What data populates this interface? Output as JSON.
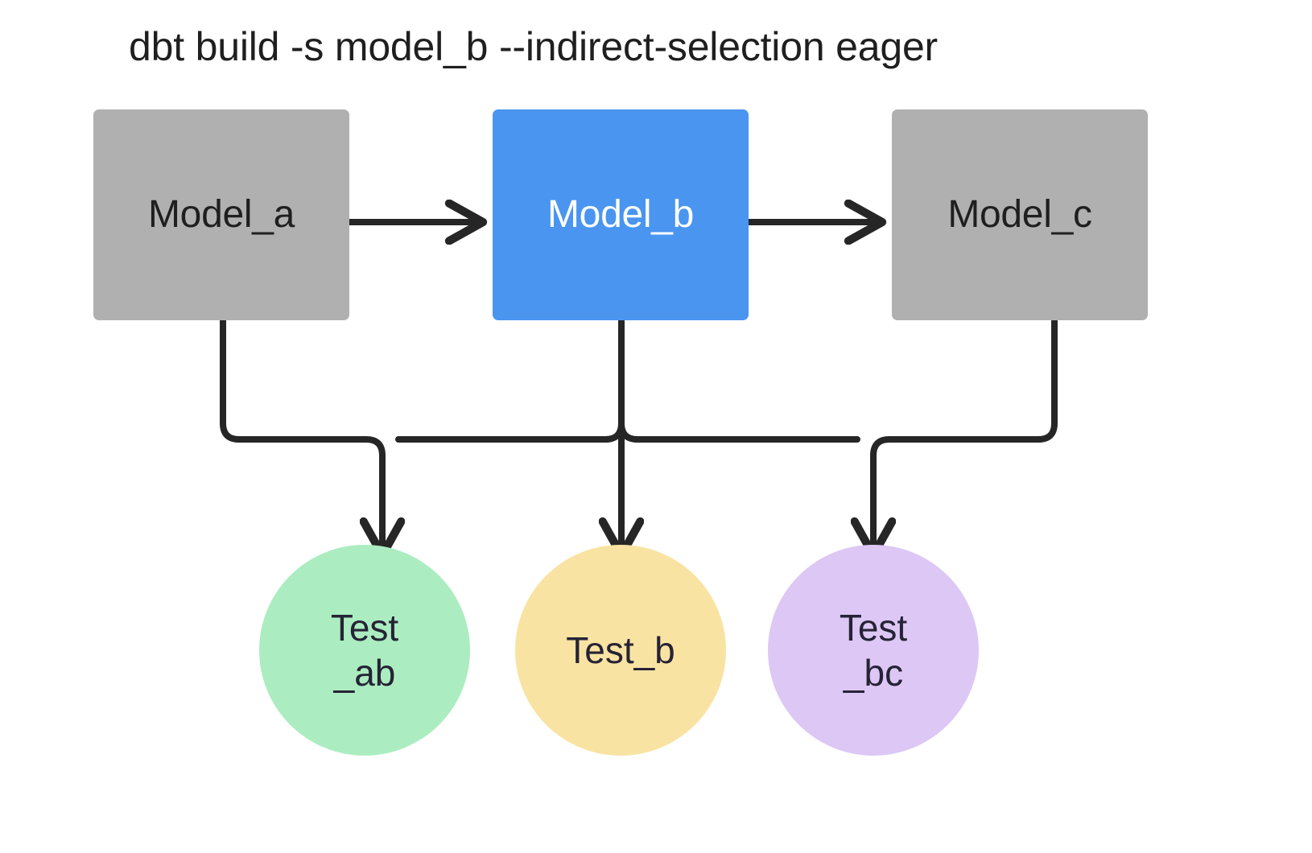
{
  "title": "dbt build -s model_b --indirect-selection eager",
  "colors": {
    "background": "#ffffff",
    "model_unselected": "#b0b0b0",
    "model_selected": "#4a95f0",
    "model_unselected_text": "#1f1f1f",
    "model_selected_text": "#ffffff",
    "test_ab": "#abedc0",
    "test_b": "#f9e3a2",
    "test_bc": "#dcc7f5",
    "edge": "#262626",
    "test_text": "#262335"
  },
  "models": [
    {
      "id": "model_a",
      "label": "Model_a",
      "selected": false
    },
    {
      "id": "model_b",
      "label": "Model_b",
      "selected": true
    },
    {
      "id": "model_c",
      "label": "Model_c",
      "selected": false
    }
  ],
  "tests": [
    {
      "id": "test_ab",
      "line1": "Test",
      "line2": "_ab"
    },
    {
      "id": "test_b",
      "line1": "Test_b",
      "line2": ""
    },
    {
      "id": "test_bc",
      "line1": "Test",
      "line2": "_bc"
    }
  ],
  "edges": [
    {
      "id": "model_a-to-model_b",
      "from": "model_a",
      "to": "model_b",
      "arrow": true
    },
    {
      "id": "model_b-to-model_c",
      "from": "model_b",
      "to": "model_c",
      "arrow": true
    },
    {
      "id": "model_a-to-test_ab",
      "from": "model_a",
      "to": "test_ab",
      "arrow": true
    },
    {
      "id": "model_b-to-test_ab",
      "from": "model_b",
      "to": "test_ab",
      "arrow": true
    },
    {
      "id": "model_b-to-test_b",
      "from": "model_b",
      "to": "test_b",
      "arrow": true
    },
    {
      "id": "model_b-to-test_bc",
      "from": "model_b",
      "to": "test_bc",
      "arrow": true
    },
    {
      "id": "model_c-to-test_bc",
      "from": "model_c",
      "to": "test_bc",
      "arrow": true
    }
  ]
}
